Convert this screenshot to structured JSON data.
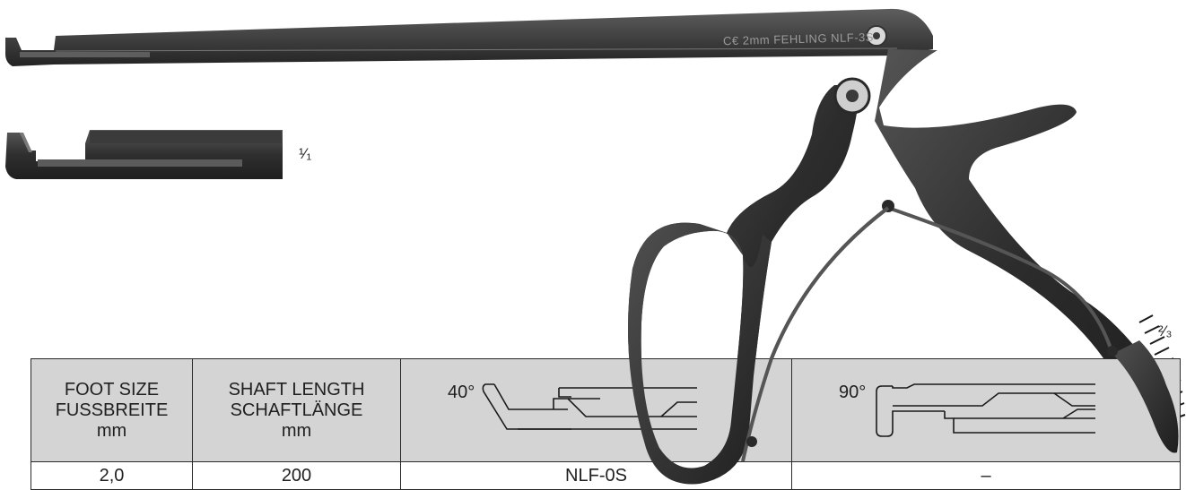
{
  "instrument": {
    "engraving": "C€ 2mm FEHLING NLF-3S"
  },
  "scale_labels": {
    "detail": "¹⁄₁",
    "main": "²⁄₃"
  },
  "table": {
    "headers": {
      "foot_size": [
        "FOOT SIZE",
        "FUSSBREITE",
        "mm"
      ],
      "shaft_length": [
        "SHAFT LENGTH",
        "SCHAFTLÄNGE",
        "mm"
      ],
      "angle_40": "40°",
      "angle_90": "90°"
    },
    "row": {
      "foot_size": "2,0",
      "shaft_length": "200",
      "code_40": "NLF-0S",
      "code_90": "–"
    }
  },
  "colors": {
    "instrument_dark": "#2b2b2b",
    "instrument_mid": "#4a4a4a",
    "header_bg": "#d4d4d4"
  }
}
